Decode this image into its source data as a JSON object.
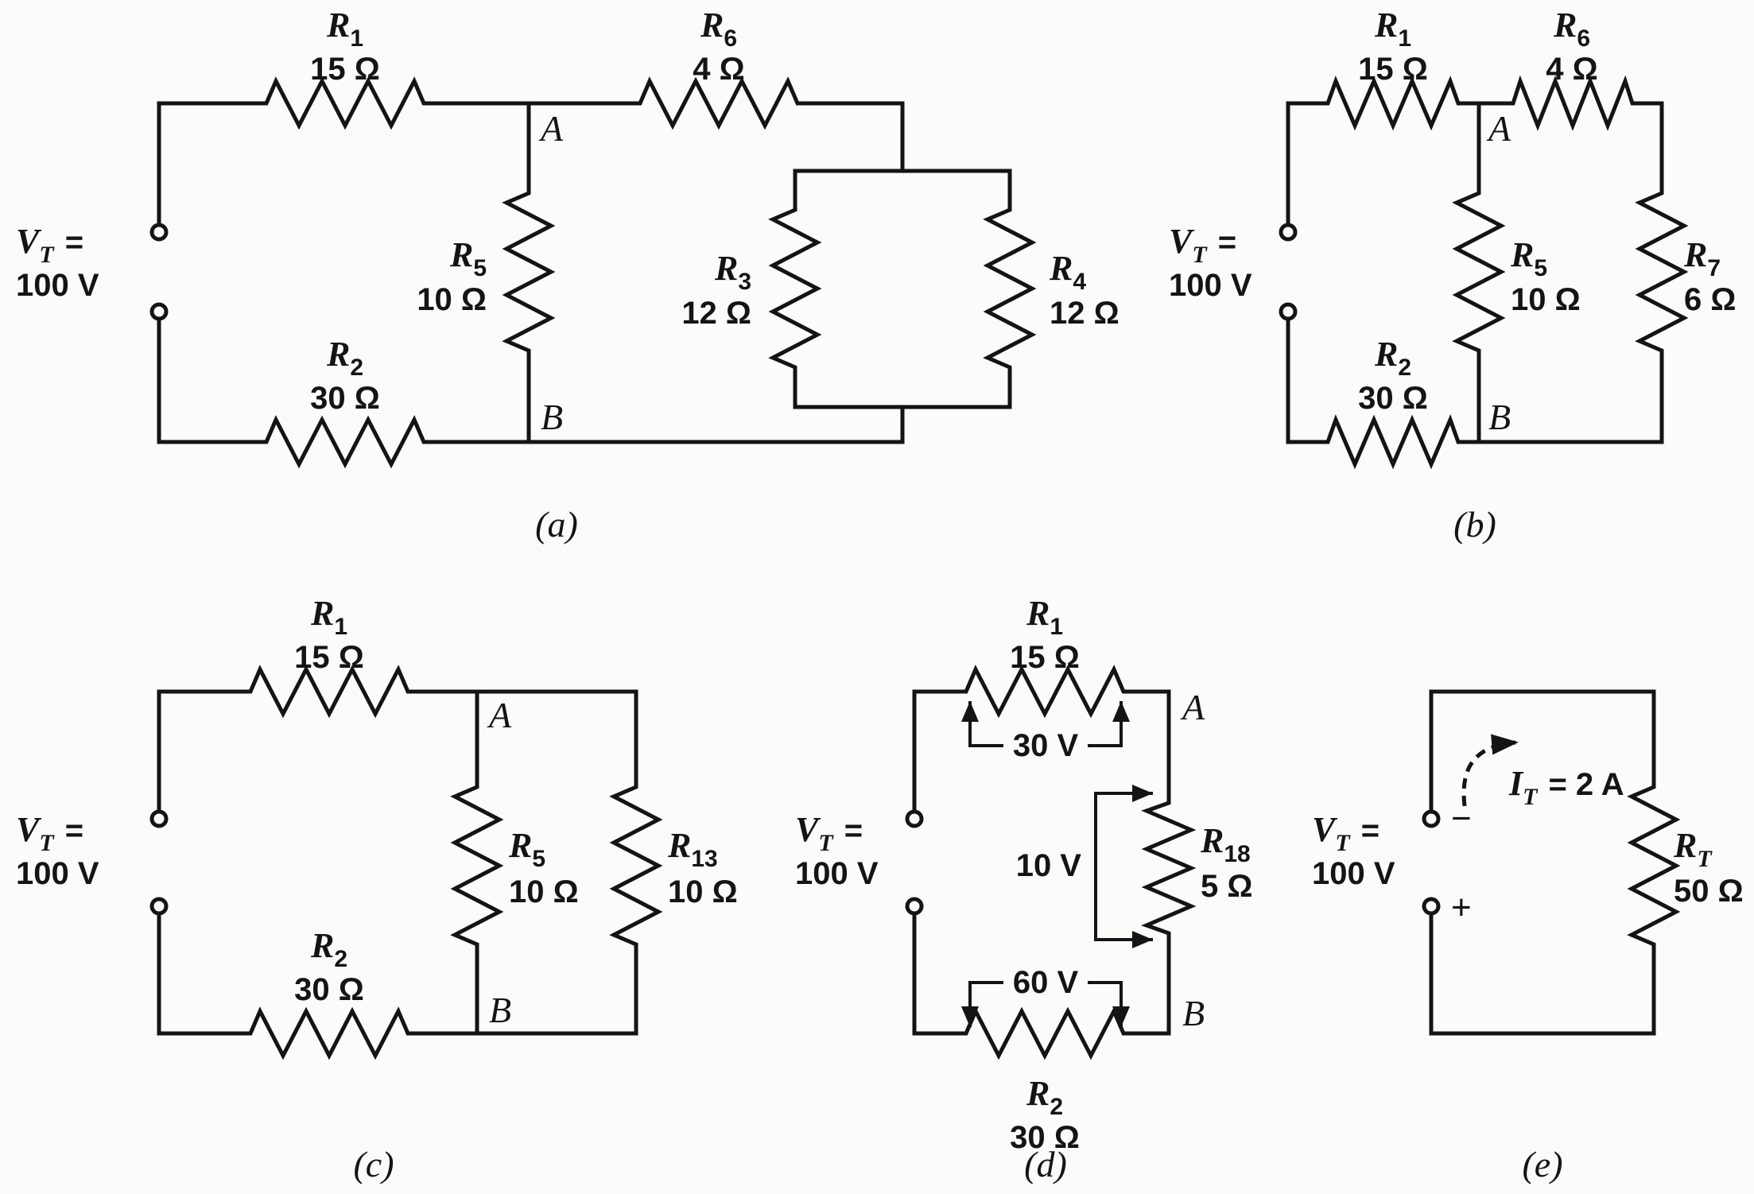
{
  "circuits": {
    "a": {
      "caption": "(a)",
      "vt": {
        "name": "V",
        "sub": "T",
        "eq": "=",
        "value": "100 V"
      },
      "r1": {
        "name": "R",
        "sub": "1",
        "value": "15 Ω"
      },
      "r2": {
        "name": "R",
        "sub": "2",
        "value": "30 Ω"
      },
      "r3": {
        "name": "R",
        "sub": "3",
        "value": "12 Ω"
      },
      "r4": {
        "name": "R",
        "sub": "4",
        "value": "12 Ω"
      },
      "r5": {
        "name": "R",
        "sub": "5",
        "value": "10 Ω"
      },
      "r6": {
        "name": "R",
        "sub": "6",
        "value": "4 Ω"
      },
      "node_a": "A",
      "node_b": "B"
    },
    "b": {
      "caption": "(b)",
      "vt": {
        "name": "V",
        "sub": "T",
        "eq": "=",
        "value": "100 V"
      },
      "r1": {
        "name": "R",
        "sub": "1",
        "value": "15 Ω"
      },
      "r2": {
        "name": "R",
        "sub": "2",
        "value": "30 Ω"
      },
      "r5": {
        "name": "R",
        "sub": "5",
        "value": "10 Ω"
      },
      "r6": {
        "name": "R",
        "sub": "6",
        "value": "4 Ω"
      },
      "r7": {
        "name": "R",
        "sub": "7",
        "value": "6 Ω"
      },
      "node_a": "A",
      "node_b": "B"
    },
    "c": {
      "caption": "(c)",
      "vt": {
        "name": "V",
        "sub": "T",
        "eq": "=",
        "value": "100 V"
      },
      "r1": {
        "name": "R",
        "sub": "1",
        "value": "15 Ω"
      },
      "r2": {
        "name": "R",
        "sub": "2",
        "value": "30 Ω"
      },
      "r5": {
        "name": "R",
        "sub": "5",
        "value": "10 Ω"
      },
      "r13": {
        "name": "R",
        "sub": "13",
        "value": "10 Ω"
      },
      "node_a": "A",
      "node_b": "B"
    },
    "d": {
      "caption": "(d)",
      "vt": {
        "name": "V",
        "sub": "T",
        "eq": "=",
        "value": "100 V"
      },
      "r1": {
        "name": "R",
        "sub": "1",
        "value": "15 Ω"
      },
      "r2": {
        "name": "R",
        "sub": "2",
        "value": "30 Ω"
      },
      "r18": {
        "name": "R",
        "sub": "18",
        "value": "5 Ω"
      },
      "v_r1": "30 V",
      "v_r18": "10 V",
      "v_r2": "60 V",
      "node_a": "A",
      "node_b": "B"
    },
    "e": {
      "caption": "(e)",
      "vt": {
        "name": "V",
        "sub": "T",
        "eq": "=",
        "value": "100 V"
      },
      "rt": {
        "name": "R",
        "sub": "T",
        "value": "50 Ω"
      },
      "it": {
        "name": "I",
        "sub": "T",
        "rest": "= 2 A"
      },
      "polarity_minus": "−",
      "polarity_plus": "+"
    }
  }
}
